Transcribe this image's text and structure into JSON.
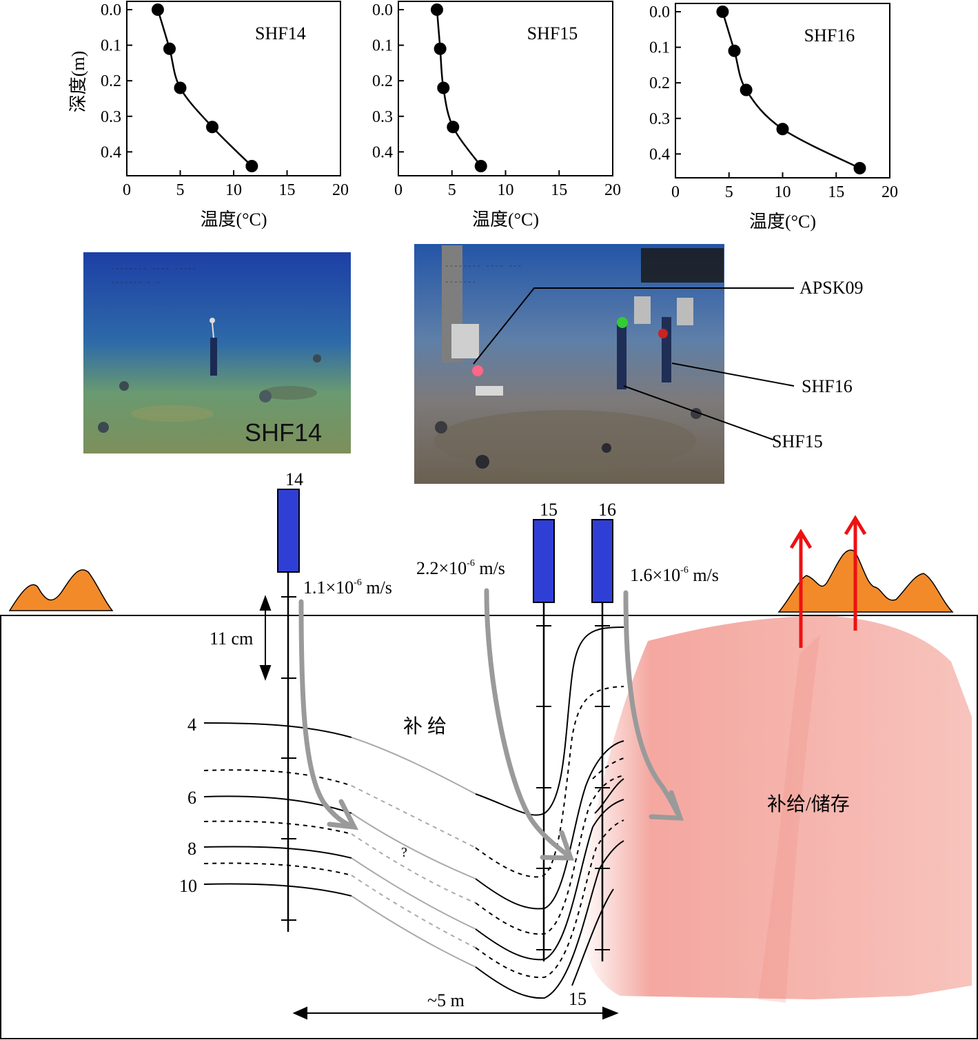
{
  "charts": [
    {
      "station": "SHF14",
      "ylabel": "深度(m)",
      "xlabel": "温度(°C)",
      "xticks": [
        "0",
        "5",
        "10",
        "15",
        "20"
      ],
      "yticks": [
        "0.0",
        "0.1",
        "0.2",
        "0.3",
        "0.4"
      ]
    },
    {
      "station": "SHF15",
      "ylabel": "",
      "xlabel": "温度(°C)",
      "xticks": [
        "0",
        "5",
        "10",
        "15",
        "20"
      ],
      "yticks": [
        "0.0",
        "0.1",
        "0.2",
        "0.3",
        "0.4"
      ]
    },
    {
      "station": "SHF16",
      "ylabel": "",
      "xlabel": "温度(°C)",
      "xticks": [
        "0",
        "5",
        "10",
        "15",
        "20"
      ],
      "yticks": [
        "0.0",
        "0.1",
        "0.2",
        "0.3",
        "0.4"
      ]
    }
  ],
  "chart_data": [
    {
      "type": "line",
      "title": "SHF14",
      "xlabel": "温度(°C)",
      "ylabel": "深度(m)",
      "xlim": [
        0,
        20
      ],
      "ylim": [
        0.0,
        0.45
      ],
      "y_inverted": true,
      "series": [
        {
          "x": [
            2.9,
            4.0,
            5.0,
            8.0,
            11.7
          ],
          "y": [
            0.0,
            0.11,
            0.22,
            0.33,
            0.44
          ]
        }
      ]
    },
    {
      "type": "line",
      "title": "SHF15",
      "xlabel": "温度(°C)",
      "ylabel": "",
      "xlim": [
        0,
        20
      ],
      "ylim": [
        0.0,
        0.45
      ],
      "y_inverted": true,
      "series": [
        {
          "x": [
            3.6,
            3.9,
            4.2,
            5.1,
            7.7
          ],
          "y": [
            0.0,
            0.11,
            0.22,
            0.33,
            0.44
          ]
        }
      ]
    },
    {
      "type": "line",
      "title": "SHF16",
      "xlabel": "温度(°C)",
      "ylabel": "",
      "xlim": [
        0,
        20
      ],
      "ylim": [
        0.0,
        0.45
      ],
      "y_inverted": true,
      "series": [
        {
          "x": [
            4.4,
            5.5,
            6.6,
            10.0,
            17.2
          ],
          "y": [
            0.0,
            0.11,
            0.22,
            0.33,
            0.44
          ]
        }
      ]
    }
  ],
  "photos": {
    "left_label": "SHF14",
    "right_labels": {
      "apsk": "APSK09",
      "shf16": "SHF16",
      "shf15": "SHF15"
    }
  },
  "diagram": {
    "probe14": "14",
    "probe15": "15",
    "probe16": "16",
    "flux14": "1.1×10",
    "flux15": "2.2×10",
    "flux16": "1.6×10",
    "flux_exp": "-6",
    "flux_unit": " m/s",
    "scale_bar": "11 cm",
    "recharge": "补 给",
    "recharge_storage": "补给/储存",
    "iso4": "4",
    "iso6": "6",
    "iso8": "8",
    "iso10": "10",
    "iso15": "15",
    "question": "?",
    "distance": "~5 m"
  },
  "colors": {
    "probe": "#2f3fd6",
    "mound": "#f28a2a",
    "arrow_grey": "#9a9a9a",
    "vent_arrow": "#ee1111",
    "warm_zone": "#f08a80"
  }
}
